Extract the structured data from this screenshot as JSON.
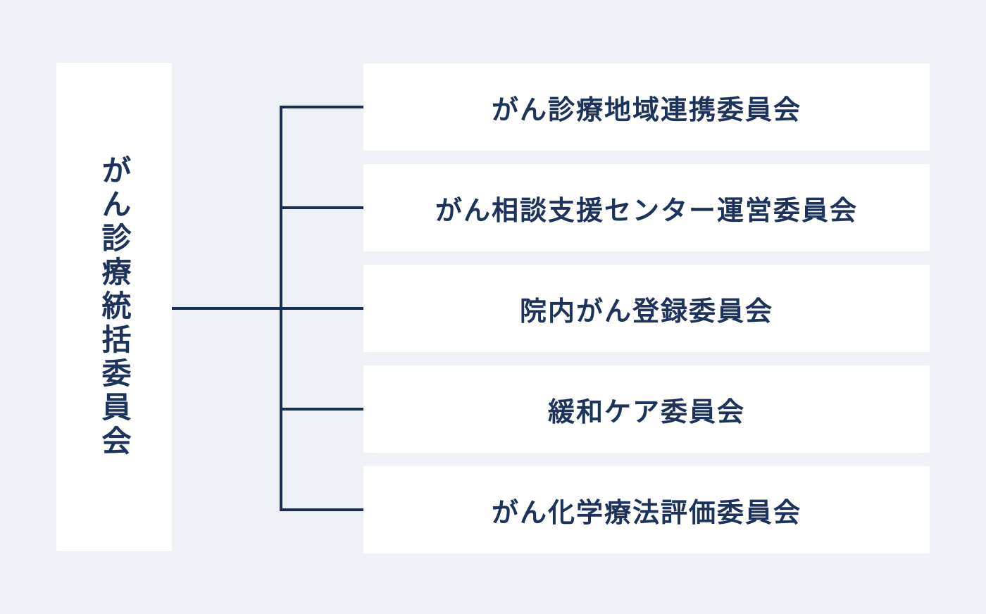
{
  "diagram": {
    "type": "org-chart",
    "root": {
      "label": "がん診療統括委員会"
    },
    "children": [
      {
        "label": "がん診療地域連携委員会"
      },
      {
        "label": "がん相談支援センター運営委員会"
      },
      {
        "label": "院内がん登録委員会"
      },
      {
        "label": "緩和ケア委員会"
      },
      {
        "label": "がん化学療法評価委員会"
      }
    ],
    "colors": {
      "background": "#eef1f5",
      "box_background": "#ffffff",
      "text": "#1d335c",
      "line": "#1a2e53"
    }
  }
}
